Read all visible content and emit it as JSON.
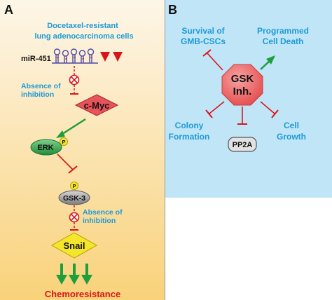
{
  "panel_a": {
    "label": "A",
    "cell_line": [
      "Docetaxel-resistant",
      "lung adenocarcinoma cells"
    ],
    "mirna": "miR-451",
    "absence1": [
      "Absence of",
      "inhibition"
    ],
    "cmyc": "c-Myc",
    "erk": "ERK",
    "p_badge": "P",
    "gsk3": "GSK-3",
    "absence2": [
      "Absence of",
      "inhibition"
    ],
    "snail": "Snail",
    "outcome": "Chemoresistance"
  },
  "panel_b": {
    "label": "B",
    "gsk": [
      "GSK",
      "Inh."
    ],
    "survival": [
      "Survival of",
      "GMB-CSCs"
    ],
    "death": [
      "Programmed",
      "Cell Death"
    ],
    "colony": [
      "Colony",
      "Formation"
    ],
    "pp2a": "PP2A",
    "growth": [
      "Cell",
      "Growth"
    ]
  },
  "colors": {
    "panel_a_top": "#fdf6e8",
    "panel_a_bottom": "#f9d27a",
    "panel_b_bg": "#bfe5f7",
    "blue_text": "#1e9ad6",
    "red_text": "#d9151b",
    "inhibit_red": "#d9151b",
    "activate_green": "#1e9e3c",
    "cmyc_fill": "#e8525a",
    "erk_fill": "#2fa348",
    "gsk3_fill": "#9a9a9a",
    "snail_fill": "#f4e62a",
    "gsk_fill": "#ee6f6f",
    "pp2a_fill": "#e2e2e2"
  }
}
